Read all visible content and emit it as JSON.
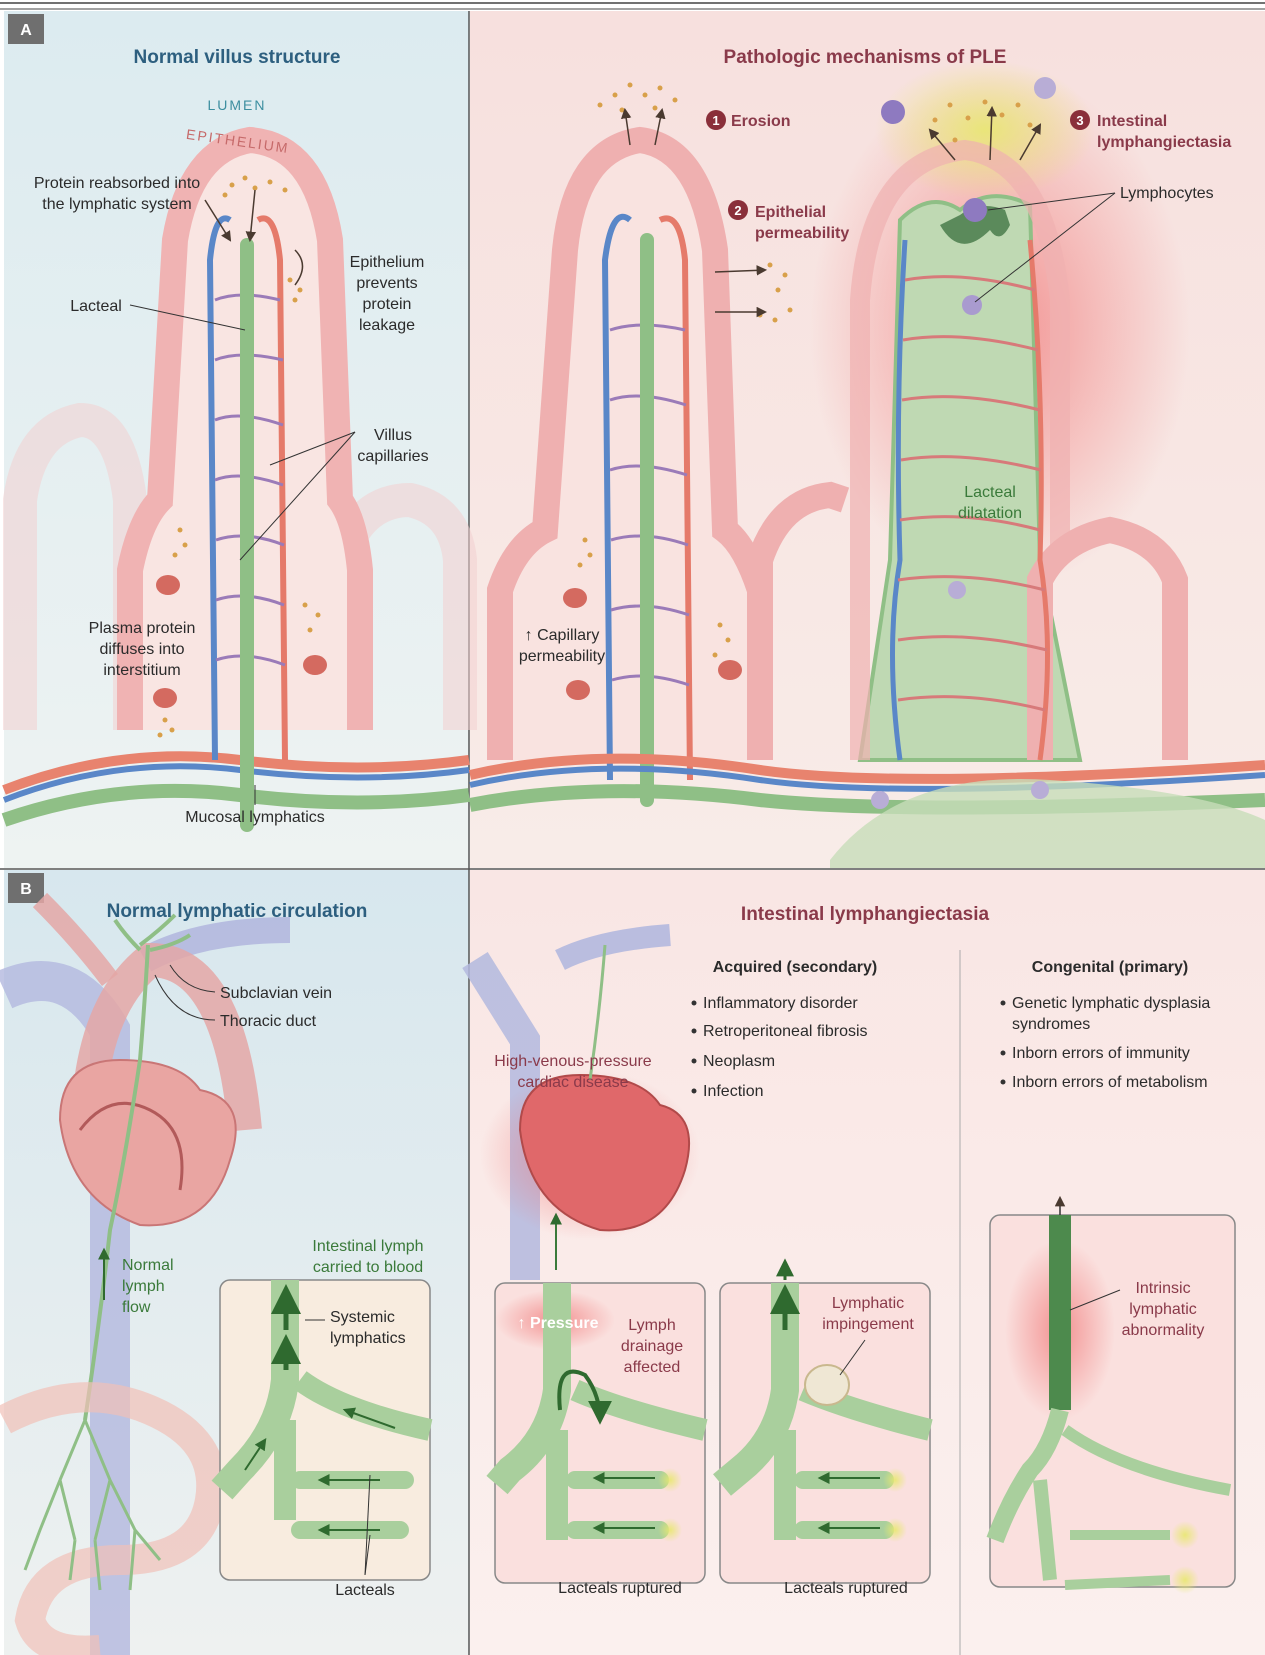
{
  "panel_a": {
    "letter": "A",
    "left": {
      "title": "Normal villus structure",
      "lumen": "LUMEN",
      "epithelium": "EPITHELIUM",
      "protein_reabsorbed_1": "Protein reabsorbed into",
      "protein_reabsorbed_2": "the lymphatic system",
      "epithelium_prevents": [
        "Epithelium",
        "prevents",
        "protein",
        "leakage"
      ],
      "lacteal": "Lacteal",
      "villus_capillaries": [
        "Villus",
        "capillaries"
      ],
      "plasma_protein": [
        "Plasma protein",
        "diffuses into",
        "interstitium"
      ],
      "mucosal_lymphatics": "Mucosal lymphatics"
    },
    "right": {
      "title": "Pathologic mechanisms of PLE",
      "erosion_num": "1",
      "erosion": "Erosion",
      "epithelial_num": "2",
      "epithelial_perm": [
        "Epithelial",
        "permeability"
      ],
      "intestinal_num": "3",
      "intestinal_lymph": [
        "Intestinal",
        "lymphangiectasia"
      ],
      "lymphocytes": "Lymphocytes",
      "lacteal_dilatation": [
        "Lacteal",
        "dilatation"
      ],
      "capillary_perm": [
        "↑ Capillary",
        "permeability"
      ]
    }
  },
  "panel_b": {
    "letter": "B",
    "left": {
      "title": "Normal lymphatic circulation",
      "subclavian_vein": "Subclavian vein",
      "thoracic_duct": "Thoracic duct",
      "normal_lymph_flow": [
        "Normal",
        "lymph",
        "flow"
      ],
      "intestinal_lymph_carried": [
        "Intestinal lymph",
        "carried to blood"
      ],
      "systemic_lymphatics": [
        "Systemic",
        "lymphatics"
      ],
      "lacteals": "Lacteals"
    },
    "right": {
      "title": "Intestinal lymphangiectasia",
      "acquired_title": "Acquired (secondary)",
      "acquired_items": [
        "Inflammatory disorder",
        "Retroperitoneal fibrosis",
        "Neoplasm",
        "Infection"
      ],
      "congenital_title": "Congenital (primary)",
      "congenital_items": [
        "Genetic lymphatic dysplasia",
        "syndromes",
        "Inborn errors of immunity",
        "Inborn errors of metabolism"
      ],
      "high_venous": [
        "High-venous-pressure",
        "cardiac disease"
      ],
      "pressure": "↑ Pressure",
      "lymph_drainage": [
        "Lymph",
        "drainage",
        "affected"
      ],
      "lacteals_ruptured_1": "Lacteals ruptured",
      "lymphatic_impingement": [
        "Lymphatic",
        "impingement"
      ],
      "lacteals_ruptured_2": "Lacteals ruptured",
      "intrinsic": [
        "Intrinsic",
        "lymphatic",
        "abnormality"
      ]
    }
  },
  "colors": {
    "panel_a_left_bg": "#dcebf0",
    "panel_a_right_bg": "#f7e0de",
    "epithelium": "#f2b8b8",
    "lacteal_green": "#8fbf86",
    "vein_blue": "#5a87c8",
    "artery_red": "#e57a6a",
    "header_gray": "#6f6f6f",
    "number_circle": "#8a2f3a"
  }
}
